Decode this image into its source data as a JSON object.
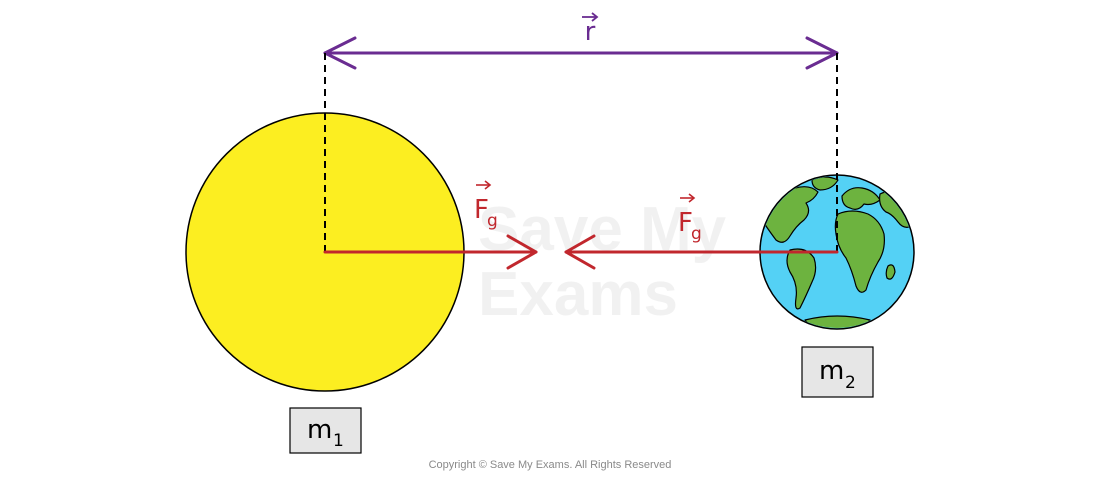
{
  "diagram": {
    "separation_label": "r",
    "force_label": "F",
    "force_subscript": "g",
    "mass1_label": "m",
    "mass1_subscript": "1",
    "mass2_label": "m",
    "mass2_subscript": "2",
    "watermark_line1": "Save My",
    "watermark_line2": "Exams",
    "copyright": "Copyright © Save My Exams. All Rights Reserved"
  },
  "colors": {
    "separation_arrow": "#6a2c91",
    "force_arrow": "#c1272d",
    "sun_fill": "#fcee21",
    "ocean": "#54d1f5",
    "land": "#6db33f",
    "label_box": "#e6e6e6"
  },
  "icons": {
    "mass1": "sun-icon",
    "mass2": "earth-icon"
  }
}
